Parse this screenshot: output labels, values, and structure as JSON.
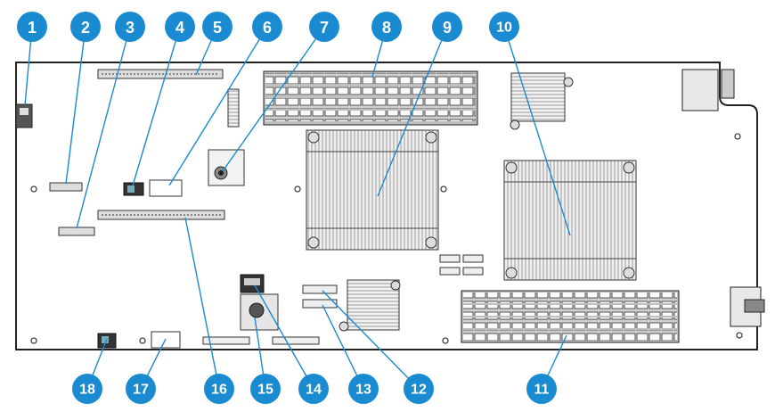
{
  "colors": {
    "callout_fill": "#1a8bd0",
    "callout_text": "#ffffff",
    "leader_line": "#1a8bd0",
    "board_outline": "#222222",
    "component_fill": "#e6e6e6",
    "component_stroke": "#333333"
  },
  "callouts": [
    {
      "label": "1",
      "target": "port-connector"
    },
    {
      "label": "2",
      "target": "mezzanine-connector-a"
    },
    {
      "label": "3",
      "target": "mezzanine-connector-b"
    },
    {
      "label": "4",
      "target": "small-switch"
    },
    {
      "label": "5",
      "target": "top-expansion-slot"
    },
    {
      "label": "6",
      "target": "white-connector"
    },
    {
      "label": "7",
      "target": "battery"
    },
    {
      "label": "8",
      "target": "dimm-bank-upper"
    },
    {
      "label": "9",
      "target": "processor-heatsink-1"
    },
    {
      "label": "10",
      "target": "processor-heatsink-2"
    },
    {
      "label": "11",
      "target": "dimm-bank-lower"
    },
    {
      "label": "12",
      "target": "header-connector-upper"
    },
    {
      "label": "13",
      "target": "header-connector-lower"
    },
    {
      "label": "14",
      "target": "usb-connector"
    },
    {
      "label": "15",
      "target": "sd-card-slot"
    },
    {
      "label": "16",
      "target": "lower-expansion-slot"
    },
    {
      "label": "17",
      "target": "white-header"
    },
    {
      "label": "18",
      "target": "system-switch"
    }
  ]
}
